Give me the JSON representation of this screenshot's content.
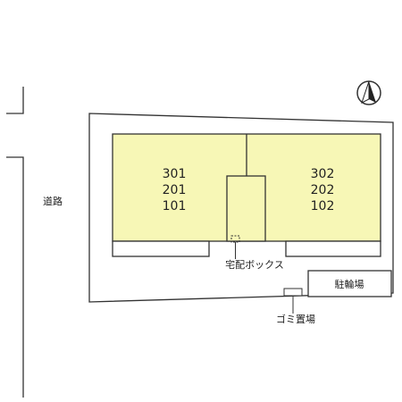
{
  "road": {
    "label": "道路"
  },
  "building": {
    "fill_color": "#f7f7b6",
    "left_wing": {
      "units": [
        "301",
        "201",
        "101"
      ]
    },
    "right_wing": {
      "units": [
        "302",
        "202",
        "102"
      ]
    }
  },
  "delivery_box": {
    "label": "宅配ボックス"
  },
  "bicycle_parking": {
    "label": "駐輪場"
  },
  "garbage_area": {
    "label": "ゴミ置場"
  },
  "compass": {
    "direction": "north",
    "icon": "north-arrow-icon"
  }
}
